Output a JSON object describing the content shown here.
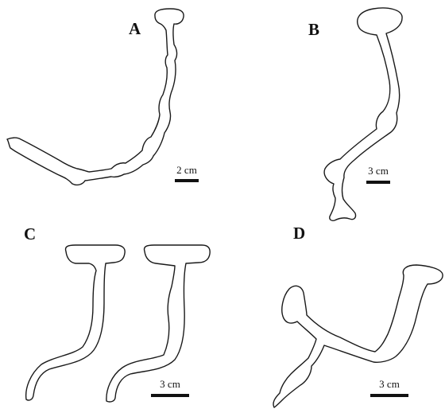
{
  "panels": [
    {
      "label": "A",
      "scale_text": "2 cm"
    },
    {
      "label": "B",
      "scale_text": "3 cm"
    },
    {
      "label": "C",
      "scale_text": "3 cm"
    },
    {
      "label": "D",
      "scale_text": "3 cm"
    }
  ],
  "colors": {
    "outline": "#1a1a1a",
    "background": "#ffffff"
  }
}
